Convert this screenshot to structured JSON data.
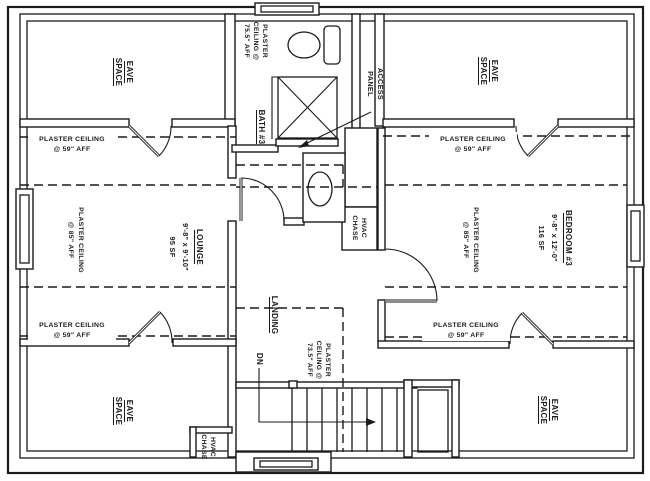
{
  "colors": {
    "ink": "#1a1a1a",
    "paper": "#ffffff"
  },
  "labels": {
    "eave_space": [
      "EAVE",
      "SPACE"
    ],
    "lounge": [
      "LOUNGE",
      "9'-8\" x 9'-10\"",
      "95 SF"
    ],
    "bedroom3": [
      "BEDROOM #3",
      "9'-8\" x 12'-0\"",
      "116 SF"
    ],
    "bath3": "BATH #3",
    "landing": "LANDING",
    "dn": "DN",
    "access_panel": [
      "ACCESS",
      "PANEL"
    ],
    "hvac_chase": [
      "HVAC",
      "CHASE"
    ],
    "plaster_59": [
      "PLASTER CEILING",
      "@ 59\" AFF"
    ],
    "plaster_85": [
      "PLASTER CEILING",
      "@ 85\" AFF"
    ],
    "plaster_755": [
      "PLASTER",
      "CEILING @",
      "75.5\" AFF"
    ],
    "plaster_735": [
      "PLASTER",
      "CEILING @",
      "73.5\" AFF"
    ]
  }
}
